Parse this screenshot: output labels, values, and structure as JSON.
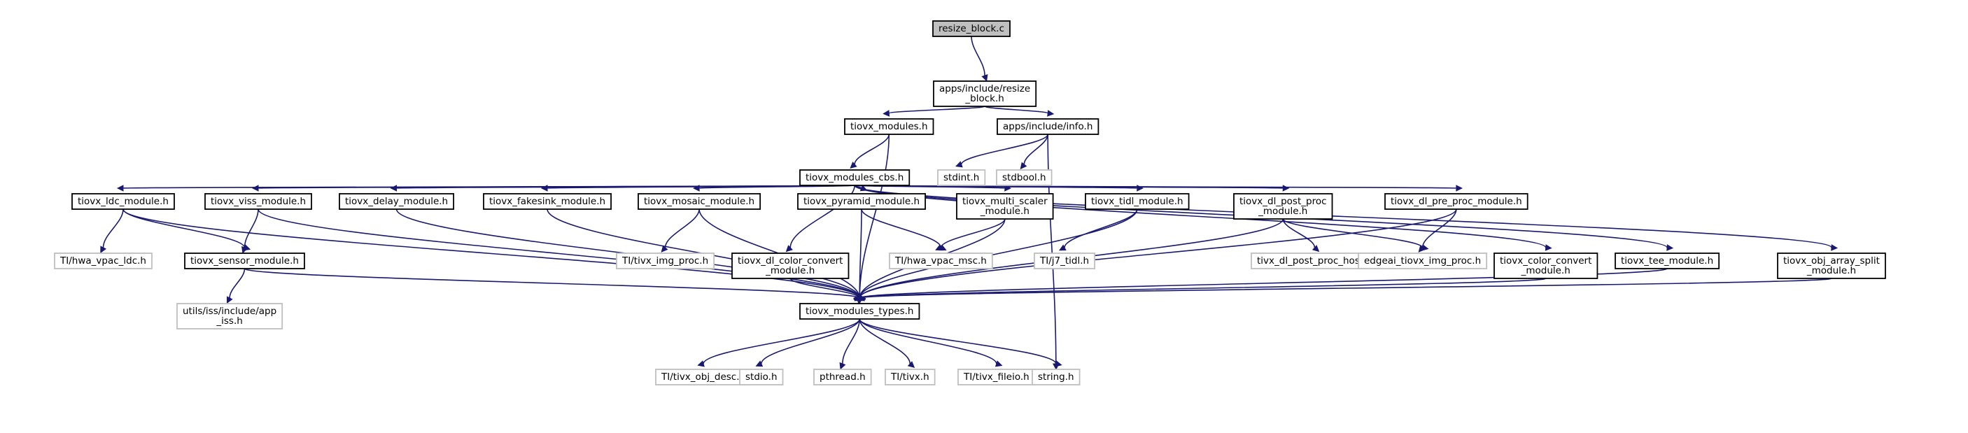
{
  "title": "resize_block.c",
  "colors": {
    "edge": "#191970",
    "main_fill": "#bfbfbf",
    "node_border": "#000000",
    "external_border": "#bfbfbf",
    "background": "#ffffff"
  },
  "nodes": [
    {
      "id": "resize_block_c",
      "label": "resize_block.c",
      "kind": "main"
    },
    {
      "id": "resize_block_h",
      "label": "apps/include/resize\n_block.h",
      "kind": "normal"
    },
    {
      "id": "tiovx_modules_h",
      "label": "tiovx_modules.h",
      "kind": "normal"
    },
    {
      "id": "info_h",
      "label": "apps/include/info.h",
      "kind": "normal"
    },
    {
      "id": "cbs_h",
      "label": "tiovx_modules_cbs.h",
      "kind": "normal"
    },
    {
      "id": "stdint_h",
      "label": "stdint.h",
      "kind": "external"
    },
    {
      "id": "stdbool_h",
      "label": "stdbool.h",
      "kind": "external"
    },
    {
      "id": "ldc_h",
      "label": "tiovx_ldc_module.h",
      "kind": "normal"
    },
    {
      "id": "viss_h",
      "label": "tiovx_viss_module.h",
      "kind": "normal"
    },
    {
      "id": "delay_h",
      "label": "tiovx_delay_module.h",
      "kind": "normal"
    },
    {
      "id": "fakesink_h",
      "label": "tiovx_fakesink_module.h",
      "kind": "normal"
    },
    {
      "id": "mosaic_h",
      "label": "tiovx_mosaic_module.h",
      "kind": "normal"
    },
    {
      "id": "pyramid_h",
      "label": "tiovx_pyramid_module.h",
      "kind": "normal"
    },
    {
      "id": "multi_scaler_h",
      "label": "tiovx_multi_scaler\n_module.h",
      "kind": "normal"
    },
    {
      "id": "tidl_h",
      "label": "tiovx_tidl_module.h",
      "kind": "normal"
    },
    {
      "id": "dl_post_proc_h",
      "label": "tiovx_dl_post_proc\n_module.h",
      "kind": "normal"
    },
    {
      "id": "dl_pre_proc_h",
      "label": "tiovx_dl_pre_proc_module.h",
      "kind": "normal"
    },
    {
      "id": "hwa_vpac_ldc_h",
      "label": "TI/hwa_vpac_ldc.h",
      "kind": "external"
    },
    {
      "id": "sensor_h",
      "label": "tiovx_sensor_module.h",
      "kind": "normal"
    },
    {
      "id": "img_proc_h",
      "label": "TI/tivx_img_proc.h",
      "kind": "external"
    },
    {
      "id": "dl_color_convert_h",
      "label": "tiovx_dl_color_convert\n_module.h",
      "kind": "normal"
    },
    {
      "id": "hwa_vpac_msc_h",
      "label": "TI/hwa_vpac_msc.h",
      "kind": "external"
    },
    {
      "id": "j7_tidl_h",
      "label": "TI/j7_tidl.h",
      "kind": "external"
    },
    {
      "id": "post_proc_host_h",
      "label": "tivx_dl_post_proc_host.h",
      "kind": "external"
    },
    {
      "id": "edgeai_img_proc_h",
      "label": "edgeai_tiovx_img_proc.h",
      "kind": "external"
    },
    {
      "id": "color_convert_h",
      "label": "tiovx_color_convert\n_module.h",
      "kind": "normal"
    },
    {
      "id": "tee_h",
      "label": "tiovx_tee_module.h",
      "kind": "normal"
    },
    {
      "id": "obj_array_split_h",
      "label": "tiovx_obj_array_split\n_module.h",
      "kind": "normal"
    },
    {
      "id": "app_iss_h",
      "label": "utils/iss/include/app\n_iss.h",
      "kind": "external"
    },
    {
      "id": "types_h",
      "label": "tiovx_modules_types.h",
      "kind": "normal"
    },
    {
      "id": "obj_desc_h",
      "label": "TI/tivx_obj_desc.h",
      "kind": "external"
    },
    {
      "id": "stdio_h",
      "label": "stdio.h",
      "kind": "external"
    },
    {
      "id": "pthread_h",
      "label": "pthread.h",
      "kind": "external"
    },
    {
      "id": "tivx_h",
      "label": "TI/tivx.h",
      "kind": "external"
    },
    {
      "id": "fileio_h",
      "label": "TI/tivx_fileio.h",
      "kind": "external"
    },
    {
      "id": "string_h",
      "label": "string.h",
      "kind": "external"
    }
  ],
  "edges": [
    [
      "resize_block_c",
      "resize_block_h"
    ],
    [
      "resize_block_h",
      "tiovx_modules_h"
    ],
    [
      "resize_block_h",
      "info_h"
    ],
    [
      "tiovx_modules_h",
      "cbs_h"
    ],
    [
      "tiovx_modules_h",
      "types_h"
    ],
    [
      "info_h",
      "stdint_h"
    ],
    [
      "info_h",
      "stdbool_h"
    ],
    [
      "info_h",
      "string_h"
    ],
    [
      "cbs_h",
      "ldc_h"
    ],
    [
      "cbs_h",
      "viss_h"
    ],
    [
      "cbs_h",
      "delay_h"
    ],
    [
      "cbs_h",
      "fakesink_h"
    ],
    [
      "cbs_h",
      "mosaic_h"
    ],
    [
      "cbs_h",
      "pyramid_h"
    ],
    [
      "cbs_h",
      "multi_scaler_h"
    ],
    [
      "cbs_h",
      "tidl_h"
    ],
    [
      "cbs_h",
      "dl_post_proc_h"
    ],
    [
      "cbs_h",
      "dl_pre_proc_h"
    ],
    [
      "cbs_h",
      "dl_color_convert_h"
    ],
    [
      "cbs_h",
      "color_convert_h"
    ],
    [
      "cbs_h",
      "tee_h"
    ],
    [
      "cbs_h",
      "obj_array_split_h"
    ],
    [
      "ldc_h",
      "hwa_vpac_ldc_h"
    ],
    [
      "ldc_h",
      "sensor_h"
    ],
    [
      "ldc_h",
      "types_h"
    ],
    [
      "viss_h",
      "sensor_h"
    ],
    [
      "viss_h",
      "types_h"
    ],
    [
      "delay_h",
      "types_h"
    ],
    [
      "fakesink_h",
      "types_h"
    ],
    [
      "mosaic_h",
      "img_proc_h"
    ],
    [
      "mosaic_h",
      "types_h"
    ],
    [
      "pyramid_h",
      "hwa_vpac_msc_h"
    ],
    [
      "pyramid_h",
      "types_h"
    ],
    [
      "multi_scaler_h",
      "hwa_vpac_msc_h"
    ],
    [
      "multi_scaler_h",
      "types_h"
    ],
    [
      "tidl_h",
      "j7_tidl_h"
    ],
    [
      "tidl_h",
      "types_h"
    ],
    [
      "dl_post_proc_h",
      "post_proc_host_h"
    ],
    [
      "dl_post_proc_h",
      "edgeai_img_proc_h"
    ],
    [
      "dl_post_proc_h",
      "types_h"
    ],
    [
      "dl_pre_proc_h",
      "edgeai_img_proc_h"
    ],
    [
      "dl_pre_proc_h",
      "types_h"
    ],
    [
      "sensor_h",
      "app_iss_h"
    ],
    [
      "sensor_h",
      "types_h"
    ],
    [
      "dl_color_convert_h",
      "types_h"
    ],
    [
      "color_convert_h",
      "types_h"
    ],
    [
      "tee_h",
      "types_h"
    ],
    [
      "obj_array_split_h",
      "types_h"
    ],
    [
      "types_h",
      "obj_desc_h"
    ],
    [
      "types_h",
      "stdio_h"
    ],
    [
      "types_h",
      "pthread_h"
    ],
    [
      "types_h",
      "tivx_h"
    ],
    [
      "types_h",
      "fileio_h"
    ],
    [
      "types_h",
      "string_h"
    ]
  ]
}
